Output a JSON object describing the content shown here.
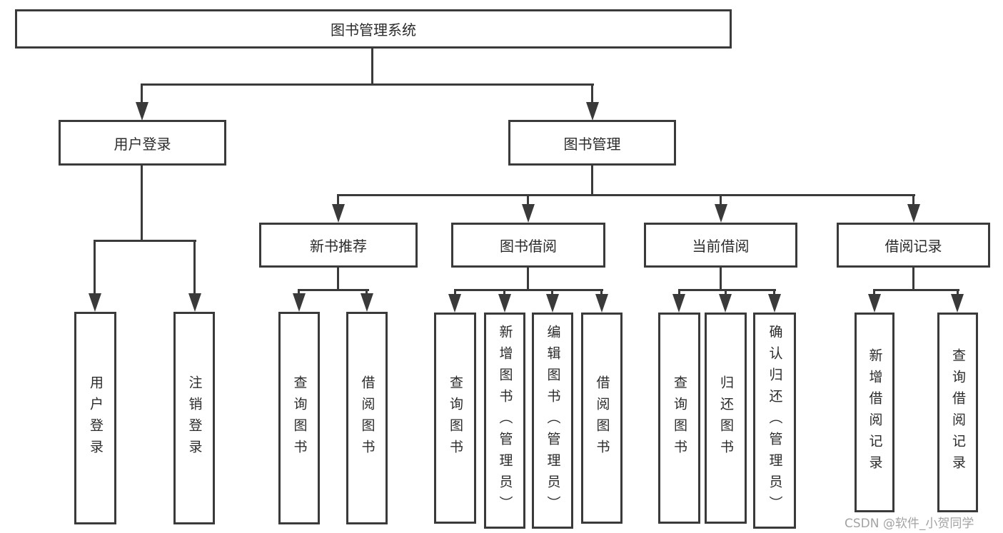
{
  "diagram": {
    "root": {
      "label": "图书管理系统"
    },
    "level2": [
      {
        "label": "用户登录"
      },
      {
        "label": "图书管理"
      }
    ],
    "level3": [
      {
        "label": "新书推荐"
      },
      {
        "label": "图书借阅"
      },
      {
        "label": "当前借阅"
      },
      {
        "label": "借阅记录"
      }
    ],
    "leaves": [
      "用户登录",
      "注销登录",
      "查询图书",
      "借阅图书",
      "查询图书",
      "新增图书（管理员）",
      "编辑图书（管理员）",
      "借阅图书",
      "查询图书",
      "归还图书",
      "确认归还（管理员）",
      "新增借阅记录",
      "查询借阅记录"
    ],
    "line_color": "#3a3a3a",
    "text_color": "#2b2b2b"
  },
  "watermark": {
    "text": "CSDN @软件_小贺同学",
    "color": "#a3a3a3"
  }
}
